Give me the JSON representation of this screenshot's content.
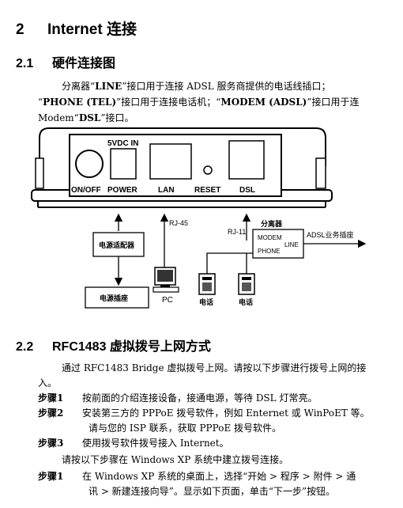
{
  "section": {
    "num": "2",
    "title": "Internet 连接"
  },
  "sub1": {
    "num": "2.1",
    "title": "硬件连接图"
  },
  "intro": {
    "line1_pre": "分离器“",
    "line1_b": "LINE",
    "line1_post": "”接口用于连接 ADSL 服务商提供的电话线插口；",
    "line2_q1": "“",
    "line2_b1": "PHONE (TEL)",
    "line2_mid": "”接口用于连接电话机；“",
    "line2_b2": "MODEM (ADSL)",
    "line2_post": "”接口用于连",
    "line3_pre": "Modem“",
    "line3_b": "DSL",
    "line3_post": "”接口。"
  },
  "diagram": {
    "port_5vdc": "5VDC IN",
    "port_onoff": "ON/OFF",
    "port_power": "POWER",
    "port_lan": "LAN",
    "port_reset": "RESET",
    "port_dsl": "DSL",
    "rj45": "RJ-45",
    "rj11": "RJ-11",
    "splitter_title": "分离器",
    "splitter_modem": "MODEM",
    "splitter_phone": "PHONE",
    "splitter_line": "LINE",
    "adsl_outlet": "ADSL业务插座",
    "power_adapter": "电源适配器",
    "power_outlet": "电源插座",
    "pc": "PC",
    "phone1": "电话",
    "phone2": "电话"
  },
  "sub2": {
    "num": "2.2",
    "title": "RFC1483 虚拟拨号上网方式"
  },
  "body2": {
    "p1_line1": "通过 RFC1483 Bridge 虚拟拨号上网。请按以下步骤进行拨号上网的接",
    "p1_line2": "入。",
    "s1_label": "步骤1",
    "s1_text": "按前面的介绍连接设备，接通电源，等待 DSL 灯常亮。",
    "s2_label": "步骤2",
    "s2_text": "安装第三方的 PPPoE 拨号软件，例如 Enternet  或 WinPoET 等。",
    "s2_cont": "请与您的 ISP 联系，获取 PPPoE 拨号软件。",
    "s3_label": "步骤3",
    "s3_text": "使用拨号软件拨号接入 Internet。",
    "p2": "请按以下步骤在 Windows XP 系统中建立拨号连接。",
    "s4_label": "步骤1",
    "s4_text": "在 Windows XP 系统的桌面上，选择“开始 > 程序 > 附件 > 通",
    "s4_cont": "讯 > 新建连接向导”。显示如下页面，单击“下一步”按钮。"
  }
}
